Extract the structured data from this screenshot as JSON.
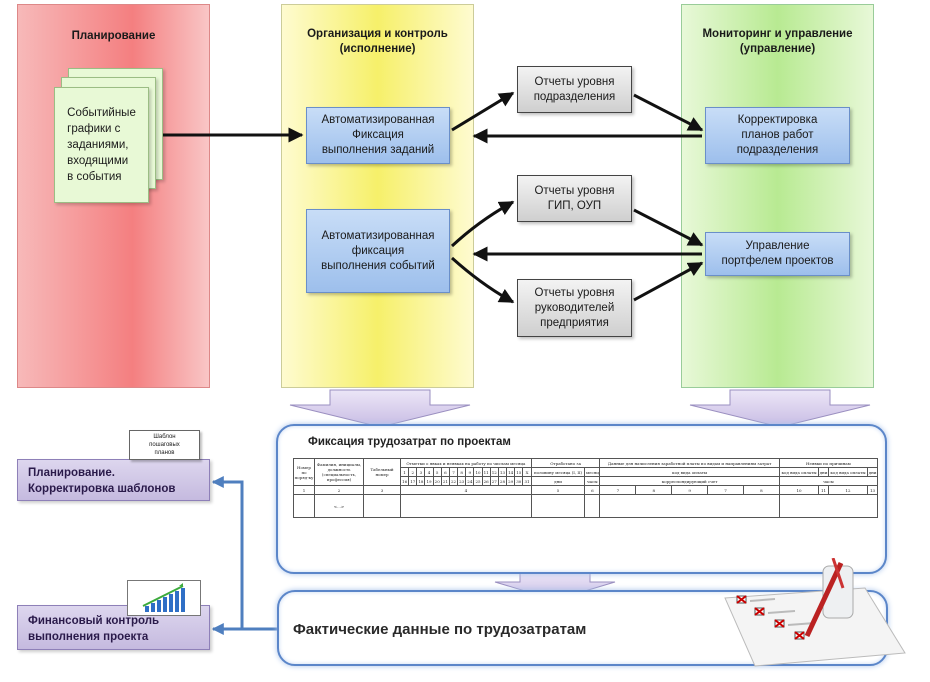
{
  "columns": {
    "planning": "Планирование",
    "organization": "Организация и контроль\n(исполнение)",
    "monitoring": "Мониторинг и управление\n(управление)"
  },
  "documents": {
    "event_schedules": "Событийные\nграфики с\nзаданиями,\nвходящими\nв события"
  },
  "boxes": {
    "auto_tasks": "Автоматизированная\nФиксация\nвыполнения заданий",
    "auto_events": "Автоматизированная\nфиксация\nвыполнения событий",
    "report_division": "Отчеты уровня\nподразделения",
    "report_gip": "Отчеты уровня\nГИП, ОУП",
    "report_managers": "Отчеты уровня\nруководителей\nпредприятия",
    "correct_plans": "Корректировка\nпланов работ\nподразделения",
    "portfolio": "Управление\nпортфелем проектов"
  },
  "bottom": {
    "labor_fix_title": "Фиксация трудозатрат по проектам",
    "actual_data": "Фактические данные по трудозатратам",
    "planning_correction": "Планирование.\nКорректировка шаблонов",
    "template_note": "Шаблон\nпошаговых\nпланов",
    "financial_control": "Финансовый контроль\nвыполнения проекта"
  },
  "timesheet": {
    "col_num": "Номер по поряд-ку",
    "col_name": "Фамилия, инициалы, должность (специальность, профессия)",
    "col_tab": "Табельный номер",
    "col_marks": "Отметки о явках и неявках на работу по числам месяца",
    "col_worked": "Отработано за",
    "col_half": "половину месяца (I, II)",
    "col_month": "месяц",
    "col_days": "дни",
    "col_hours": "часы",
    "col_pay": "Данные для начисления заработной платы по видам и направлениям затрат",
    "col_paycode": "код вида оплаты",
    "col_corr": "корреспондирующий счет",
    "col_absence": "Неявки по причинам",
    "days_top": [
      "1",
      "2",
      "3",
      "4",
      "5",
      "6",
      "7",
      "8",
      "9",
      "10",
      "11",
      "12",
      "13",
      "14",
      "15",
      "X"
    ],
    "days_bottom": [
      "16",
      "17",
      "18",
      "19",
      "20",
      "21",
      "22",
      "23",
      "24",
      "25",
      "26",
      "27",
      "28",
      "29",
      "30",
      "31"
    ],
    "index_row": [
      "1",
      "2",
      "3",
      "4",
      "5",
      "6",
      "7",
      "8",
      "9",
      "7",
      "8",
      "9",
      "10",
      "11",
      "12",
      "13"
    ],
    "placeholder": "<...>"
  }
}
